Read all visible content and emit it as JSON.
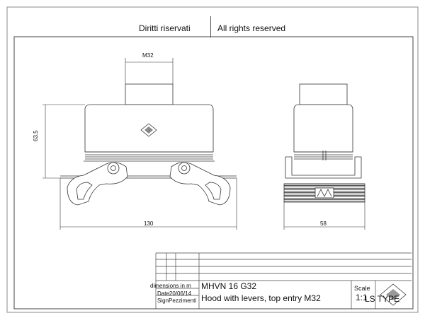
{
  "header": {
    "left_text": "Diritti riservati",
    "right_text": "All rights reserved"
  },
  "dimensions": {
    "top_width": "M32",
    "height": "63,5",
    "front_width": "130",
    "side_width": "58"
  },
  "title_block": {
    "units_note": "dimensions in m",
    "date_label": "Date",
    "date_value": "20/06/14",
    "sign_label": "Sign",
    "pieces_label": "Pezzimenti",
    "product_code": "MHVN 16 G32",
    "description": "Hood with levers, top entry M32",
    "type_label": "LS TYPE",
    "scale_label": "Scale",
    "scale_value": "1:1"
  },
  "colors": {
    "line": "#333333",
    "body_fill": "#4a4a4a",
    "hatch": "#777777"
  },
  "icons": {
    "logo": "ilme-logo",
    "emblem": "diamond-emblem"
  }
}
